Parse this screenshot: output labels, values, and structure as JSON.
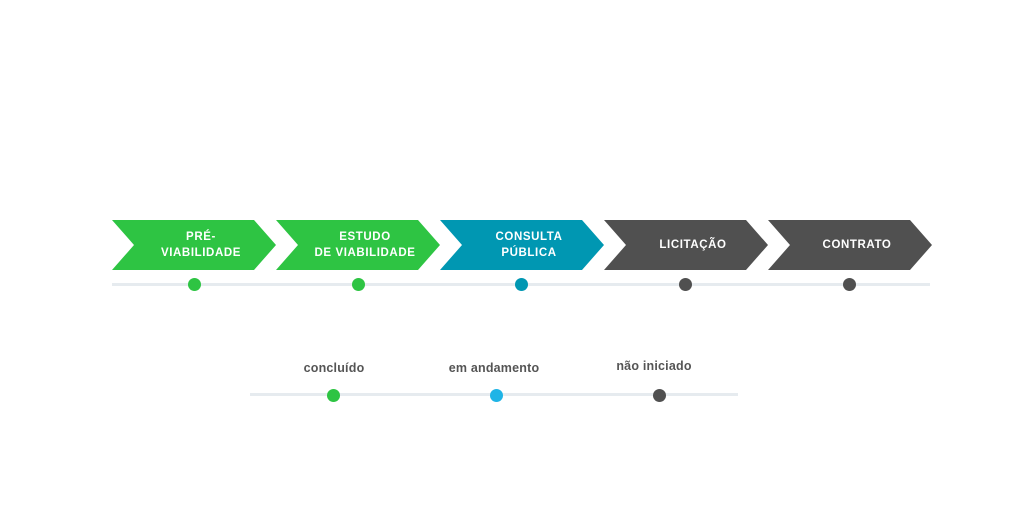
{
  "stages": [
    {
      "label": "PRÉ-\nVIABILIDADE",
      "status": "concluído",
      "color": "#2ec443",
      "dot_color": "#2ec443"
    },
    {
      "label": "ESTUDO\nDE VIABILIDADE",
      "status": "concluído",
      "color": "#2ec443",
      "dot_color": "#2ec443"
    },
    {
      "label": "CONSULTA\nPÚBLICA",
      "status": "em andamento",
      "color": "#0097b2",
      "dot_color": "#0097b2"
    },
    {
      "label": "LICITAÇÃO",
      "status": "não iniciado",
      "color": "#505050",
      "dot_color": "#505050"
    },
    {
      "label": "CONTRATO",
      "status": "não iniciado",
      "color": "#505050",
      "dot_color": "#505050"
    }
  ],
  "legend": [
    {
      "label": "concluído",
      "color": "#2ec443"
    },
    {
      "label": "em andamento",
      "color": "#1fb4e6"
    },
    {
      "label": "não iniciado",
      "color": "#505050"
    }
  ],
  "colors": {
    "track": "#e6ebef",
    "legend_text": "#555555"
  }
}
